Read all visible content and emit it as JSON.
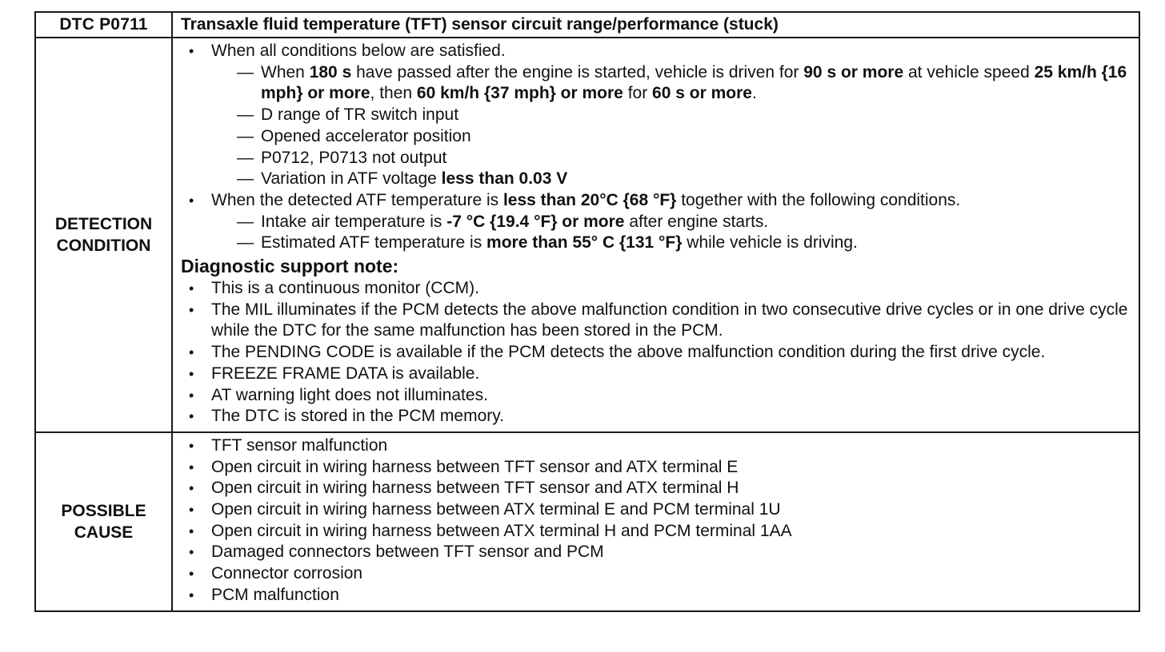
{
  "header": {
    "code": "DTC P0711",
    "title": "Transaxle fluid temperature (TFT) sensor circuit range/performance (stuck)"
  },
  "detection": {
    "label_line1": "DETECTION",
    "label_line2": "CONDITION",
    "bullet1": {
      "text": "When all conditions below are satisfied.",
      "sub1": {
        "p1": "When ",
        "b1": "180 s",
        "p2": " have passed after the engine is started, vehicle is driven for ",
        "b2": "90 s or more",
        "p3": " at vehicle speed ",
        "b3": "25 km/h {16 mph} or more",
        "p4": ", then ",
        "b4": "60 km/h {37 mph} or more",
        "p5": " for ",
        "b5": "60 s or more",
        "p6": "."
      },
      "sub2": "D range of TR switch input",
      "sub3": "Opened accelerator position",
      "sub4": "P0712, P0713 not output",
      "sub5": {
        "p1": "Variation in ATF voltage ",
        "b1": "less than 0.03 V"
      }
    },
    "bullet2": {
      "p1": "When the detected ATF temperature is ",
      "b1": "less than 20°C {68 °F}",
      "p2": " together with the following conditions.",
      "sub1": {
        "p1": "Intake air temperature is ",
        "b1": "-7 °C {19.4 °F} or more",
        "p2": " after engine starts."
      },
      "sub2": {
        "p1": "Estimated ATF temperature is ",
        "b1": "more than 55° C {131 °F}",
        "p2": " while vehicle is driving."
      }
    },
    "note_heading": "Diagnostic support note:",
    "notes": [
      "This is a continuous monitor (CCM).",
      "The MIL illuminates if the PCM detects the above malfunction condition in two consecutive drive cycles or in one drive cycle while the DTC for the same malfunction has been stored in the PCM.",
      "The PENDING CODE is available if the PCM detects the above malfunction condition during the first drive cycle.",
      "FREEZE FRAME DATA is available.",
      "AT warning light does not illuminates.",
      "The DTC is stored in the PCM memory."
    ]
  },
  "possible_cause": {
    "label_line1": "POSSIBLE",
    "label_line2": "CAUSE",
    "items": [
      "TFT sensor malfunction",
      "Open circuit in wiring harness between TFT sensor and ATX terminal E",
      "Open circuit in wiring harness between TFT sensor and ATX terminal H",
      "Open circuit in wiring harness between ATX terminal E and PCM terminal 1U",
      "Open circuit in wiring harness between ATX terminal H and PCM terminal 1AA",
      "Damaged connectors between TFT sensor and PCM",
      "Connector corrosion",
      "PCM malfunction"
    ]
  }
}
